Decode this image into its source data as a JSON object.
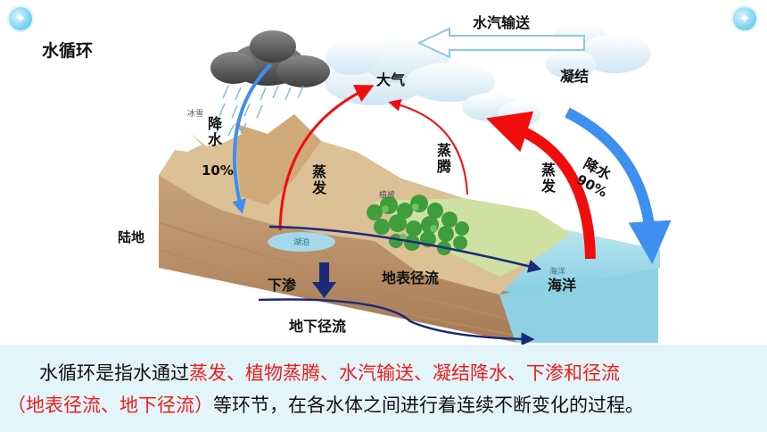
{
  "title": "水循环",
  "labels": {
    "vapor_transport": "水汽输送",
    "condensation": "凝结",
    "atmosphere": "大气",
    "precip_land": "降水",
    "precip_land_pct": "10%",
    "snow": "冰雪",
    "evap_land": "蒸发",
    "transpiration": "蒸腾",
    "vegetation": "植被",
    "evap_sea": "蒸发",
    "precip_sea": "降水",
    "precip_sea_pct": "90%",
    "land": "陆地",
    "lake": "湖泊",
    "infiltration": "下渗",
    "surface_runoff": "地表径流",
    "ocean": "海洋",
    "ocean_small": "海洋",
    "groundwater_runoff": "地下径流"
  },
  "caption": {
    "line1": [
      {
        "text": "水循环是指水通过",
        "color": "#111111"
      },
      {
        "text": "蒸发、植物蒸腾、水汽输送、凝结降水、下渗和径流",
        "color": "#e8201a"
      }
    ],
    "line2": [
      {
        "text": "（地表径流、地下径流）",
        "color": "#e8201a"
      },
      {
        "text": "等环节，在各水体之间进行着连续不断变化的过程。",
        "color": "#111111"
      }
    ]
  },
  "colors": {
    "evaporation_arrow": "#f20d0d",
    "precipitation_arrow": "#3d8ff0",
    "runoff_arrow": "#1a2a7a",
    "caption_bg": "#e4f4fb",
    "ocean": "#a9dcea",
    "hill": "#d9b98e"
  },
  "icons": [
    "corner-badge-icon",
    "infiltration-arrow-icon"
  ]
}
